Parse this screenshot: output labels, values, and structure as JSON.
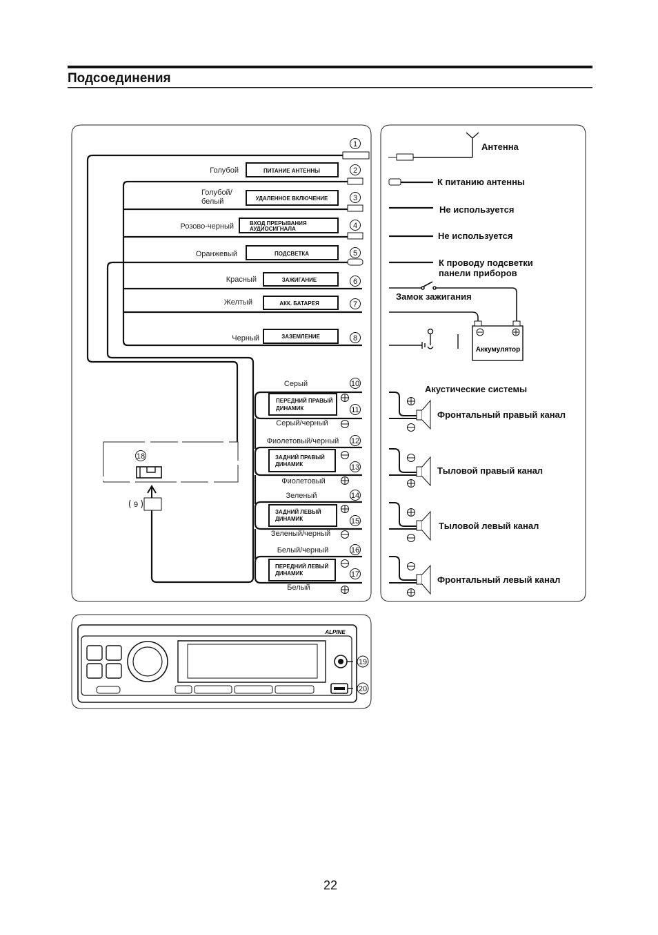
{
  "page": {
    "title": "Подсоединения",
    "page_number": "22"
  },
  "left_connectors": [
    {
      "num": "1",
      "color": "",
      "label": ""
    },
    {
      "num": "2",
      "color": "Голубой",
      "label": "ПИТАНИЕ АНТЕННЫ"
    },
    {
      "num": "3",
      "color": "Голубой/ белый",
      "color_lines": [
        "Голубой/",
        "белый"
      ],
      "label": "УДАЛЕННОЕ ВКЛЮЧЕНИЕ"
    },
    {
      "num": "4",
      "color": "Розово-черный",
      "label": "ВХОД ПРЕРЫВАНИЯ АУДИОСИГНАЛА",
      "label_lines": [
        "ВХОД ПРЕРЫВАНИЯ",
        "АУДИОСИГНАЛА"
      ]
    },
    {
      "num": "5",
      "color": "Оранжевый",
      "label": "ПОДСВЕТКА"
    },
    {
      "num": "6",
      "color": "Красный",
      "label": "ЗАЖИГАНИЕ"
    },
    {
      "num": "7",
      "color": "Желтый",
      "label": "АКК. БАТАРЕЯ"
    },
    {
      "num": "8",
      "color": "Черный",
      "label": "ЗАЗЕМЛЕНИЕ"
    }
  ],
  "speaker_wires": [
    {
      "num": "10",
      "color": "Серый"
    },
    {
      "num": "11",
      "color": "Серый/черный"
    },
    {
      "num": "12",
      "color": "Фиолетовый/черный"
    },
    {
      "num": "13",
      "color": "Фиолетовый"
    },
    {
      "num": "14",
      "color": "Зеленый"
    },
    {
      "num": "15",
      "color": "Зеленый/черный"
    },
    {
      "num": "16",
      "color": "Белый/черный"
    },
    {
      "num": "17",
      "color": "Белый"
    }
  ],
  "speaker_boxes": [
    {
      "lines": [
        "ПЕРЕДНИЙ ПРАВЫЙ",
        "ДИНАМИК"
      ]
    },
    {
      "lines": [
        "ЗАДНИЙ ПРАВЫЙ",
        "ДИНАМИК"
      ]
    },
    {
      "lines": [
        "ЗАДНИЙ ЛЕВЫЙ",
        "ДИНАМИК"
      ]
    },
    {
      "lines": [
        "ПЕРЕДНИЙ  ЛЕВЫЙ",
        "ДИНАМИК"
      ]
    }
  ],
  "right_labels": {
    "antenna": "Антенна",
    "antenna_power": "К питанию антенны",
    "not_used_1": "Не используется",
    "not_used_2": "Не используется",
    "illumination": [
      "К проводу подсветки",
      "панели приборов"
    ],
    "ignition": "Замок зажигания",
    "battery": "Аккумулятор",
    "speakers_title": "Акустические системы"
  },
  "channels": [
    {
      "label": "Фронтальный правый канал"
    },
    {
      "label": "Тыловой правый канал"
    },
    {
      "label": "Тыловой левый канал"
    },
    {
      "label": "Фронтальный левый канал"
    }
  ],
  "unit_numbers": {
    "n9": "9",
    "n18": "18",
    "n19": "19",
    "n20": "20"
  },
  "brand": "ALPINE",
  "colors": {
    "ink": "#111111",
    "background": "#ffffff"
  }
}
